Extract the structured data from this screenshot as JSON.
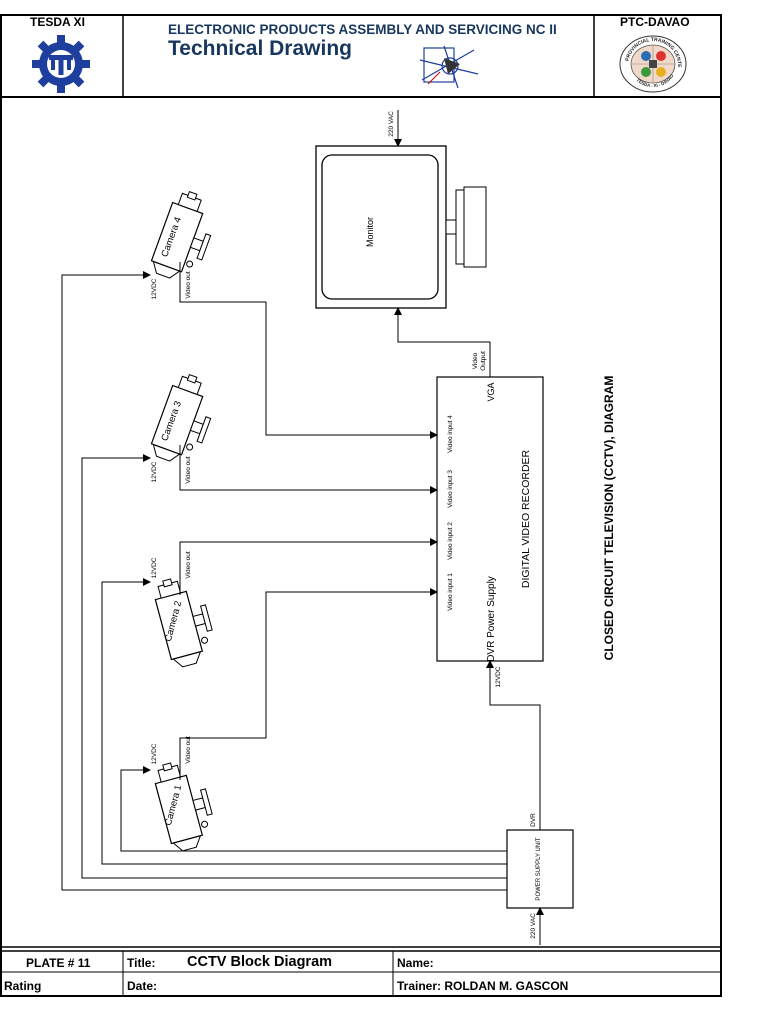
{
  "header": {
    "left_org": "TESDA XI",
    "right_org": "PTC-DAVAO",
    "course": "ELECTRONIC PRODUCTS ASSEMBLY AND  SERVICING NC II",
    "title": "Technical Drawing",
    "seal_text_top": "PROVINCIAL TRAINING CENTER",
    "seal_text_bottom": "TESDA - XI - DAVAO"
  },
  "diagram": {
    "side_title": "CLOSED CIRCUIT TELEVISION (CCTV), DIAGRAM",
    "monitor": {
      "label": "Monitor",
      "power": "220 VAC"
    },
    "dvr": {
      "label": "DIGITAL VIDEO RECORDER",
      "power_label": "DVR Power Supply",
      "vga": "VGA",
      "video_output_line1": "Video",
      "video_output_line2": "Output",
      "inputs": [
        "Video input 1",
        "Video input 2",
        "Video input 3",
        "Video input 4"
      ],
      "supply": "12VDC"
    },
    "cameras": [
      {
        "label": "Camera 1",
        "power": "12VDC",
        "video": "Video out"
      },
      {
        "label": "Camera 2",
        "power": "12VDC",
        "video": "Video out"
      },
      {
        "label": "Camera 3",
        "power": "12VDC",
        "video": "Video out"
      },
      {
        "label": "Camera 4",
        "power": "12VDC",
        "video": "Video out"
      }
    ],
    "psu": {
      "label": "POWER SUPPLY UNIT",
      "output": "DVR",
      "input": "220 VAC"
    }
  },
  "footer": {
    "plate": "PLATE # 11",
    "title_label": "Title:",
    "title_value": "CCTV Block Diagram",
    "name_label": "Name:",
    "rating_label": "Rating",
    "date_label": "Date:",
    "trainer_label": "Trainer: ROLDAN M. GASCON"
  }
}
